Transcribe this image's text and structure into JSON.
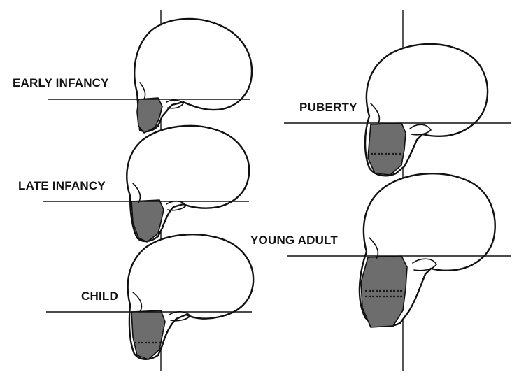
{
  "labels": {
    "early_infancy": "EARLY INFANCY",
    "late_infancy": "LATE INFANCY",
    "child": "CHILD",
    "puberty": "PUBERTY",
    "young_adult": "YOUNG ADULT"
  },
  "colors": {
    "ink": "#111111",
    "face_shading": "#6d6d6d",
    "background": "#ffffff"
  }
}
